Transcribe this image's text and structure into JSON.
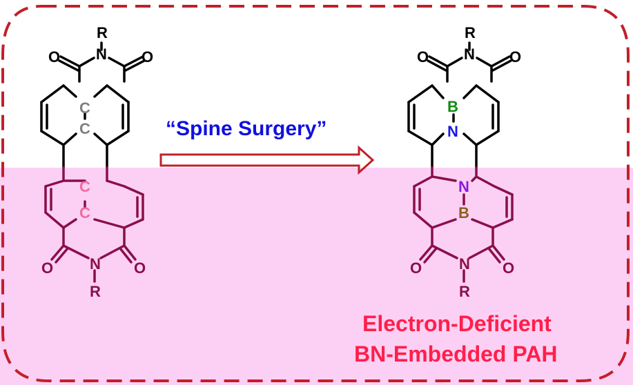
{
  "reaction": {
    "label": "“Spine Surgery”",
    "label_color": "#1010e0"
  },
  "product_caption": {
    "line1": "Electron-Deficient",
    "line2": "BN-Embedded PAH",
    "color": "#ff1f4b"
  },
  "colors": {
    "frame": "#c0202a",
    "lower_band": "#fcd0f4",
    "top_bonds": "#000000",
    "bottom_bonds": "#8a0f48",
    "carbon_top": "#808080",
    "carbon_bottom": "#f06aa0",
    "boron_top": "#108a10",
    "nitrogen_top": "#1a1ae0",
    "nitrogen_bottom": "#8a1ae0",
    "boron_bottom": "#8a6020"
  },
  "left_molecule": {
    "r_top": "R",
    "n_top": "N",
    "o_top_left": "O",
    "o_top_right": "O",
    "c_upper_1": "C",
    "c_upper_2": "C",
    "c_lower_1": "C",
    "c_lower_2": "C",
    "o_bottom_left": "O",
    "n_bottom": "N",
    "o_bottom_right": "O",
    "r_bottom": "R"
  },
  "right_molecule": {
    "r_top": "R",
    "n_top": "N",
    "o_top_left": "O",
    "o_top_right": "O",
    "b_upper": "B",
    "n_upper": "N",
    "n_lower": "N",
    "b_lower": "B",
    "o_bottom_left": "O",
    "n_bottom": "N",
    "o_bottom_right": "O",
    "r_bottom": "R"
  }
}
